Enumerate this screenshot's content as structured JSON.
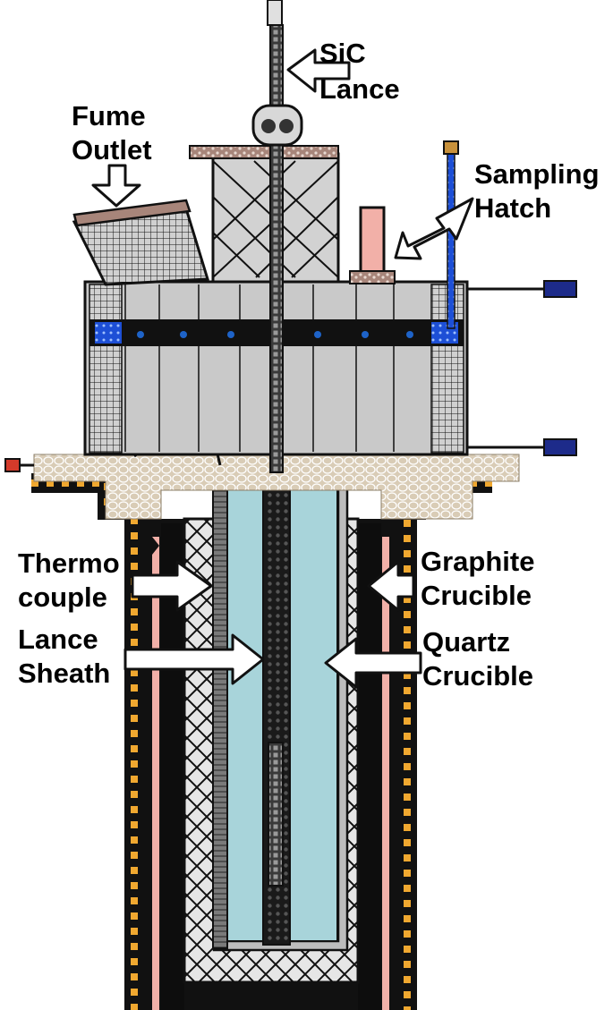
{
  "labels": {
    "sic_lance": [
      "SiC",
      "Lance"
    ],
    "fume_outlet": [
      "Fume",
      "Outlet"
    ],
    "sampling_hatch": [
      "Sampling",
      "Hatch"
    ],
    "thermocouple": [
      "Thermo",
      "couple"
    ],
    "lance_sheath": [
      "Lance",
      "Sheath"
    ],
    "graphite_crucible": [
      "Graphite",
      "Crucible"
    ],
    "quartz_crucible": [
      "Quartz",
      "Crucible"
    ]
  },
  "colors": {
    "melt": "#a8d4da",
    "lid_gray": "#c9c9c9",
    "refractory_wool": "#d9ccb6",
    "band_black": "#111111",
    "band_dots": "#1e63c8",
    "heater_orange": "#f0a830",
    "heater_pink": "#f2b0a8",
    "brick_brown": "#a7857a",
    "sampling_rod_blue": "#1d4fd6",
    "thermocouple_red": "#d43a2a"
  }
}
